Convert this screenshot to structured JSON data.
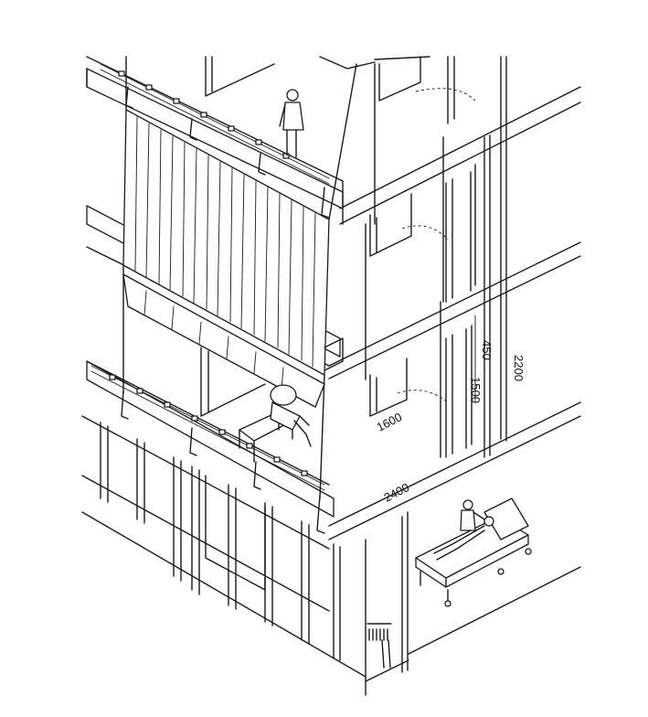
{
  "dimensions": {
    "slab_depth": "2400",
    "balcony_depth": "1600",
    "floor_height": "2200",
    "window_height": "1500",
    "upstand": "450"
  },
  "colors": {
    "ink": "#1a1a1a",
    "paper": "#ffffff"
  },
  "icons": [
    "person-standing-icon",
    "person-sitting-icon",
    "person-lying-icon",
    "caregiver-icon",
    "hospital-bed-icon",
    "chair-icon",
    "curtain-icon",
    "radiator-icon"
  ]
}
